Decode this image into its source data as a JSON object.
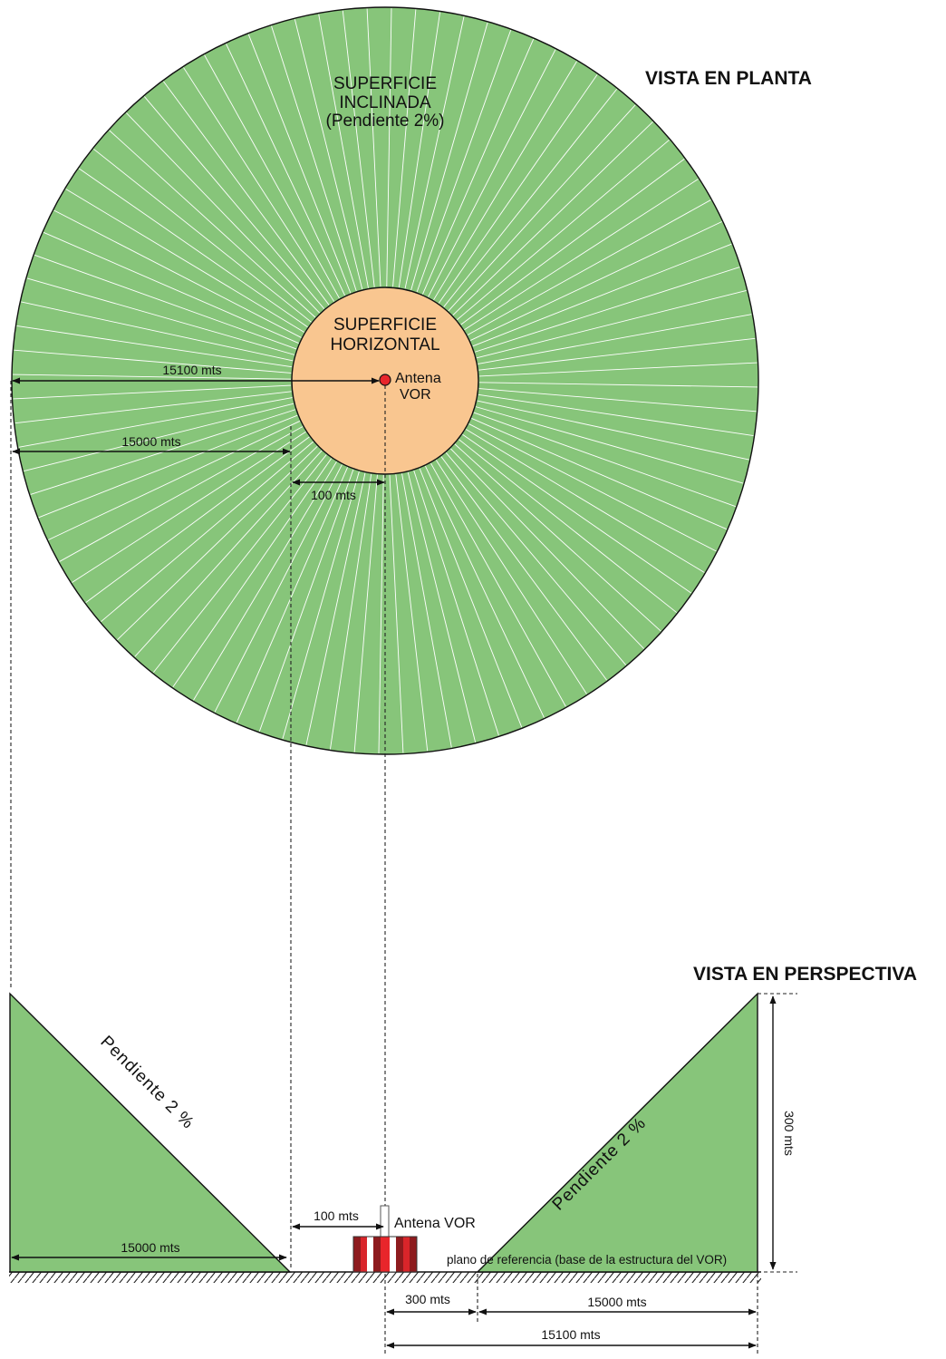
{
  "plan_view": {
    "title": "VISTA EN PLANTA",
    "outer_surface": {
      "line1": "SUPERFICIE",
      "line2": "INCLINADA",
      "line3": "(Pendiente 2%)"
    },
    "inner_surface": {
      "line1": "SUPERFICIE",
      "line2": "HORIZONTAL"
    },
    "antenna": {
      "line1": "Antena",
      "line2": "VOR"
    },
    "dimensions": {
      "outer_radius": "15100 mts",
      "ring_width": "15000 mts",
      "inner_radius": "100 mts"
    }
  },
  "perspective_view": {
    "title": "VISTA EN PERSPECTIVA",
    "left_slope": "Pendiente 2 %",
    "right_slope": "Pendiente 2 %",
    "left_base": "15000 mts",
    "inner_offset": "100 mts",
    "antenna_label": "Antena VOR",
    "reference_plane": "plano de referencia (base de la estructura del VOR)",
    "height": "300 mts",
    "offset_300": "300 mts",
    "right_base": "15000 mts",
    "total_radius": "15100 mts"
  },
  "colors": {
    "green": "#87c57a",
    "orange": "#f9c690",
    "antenna_red": "#e8262b",
    "stripe_dark": "#8e1b1e",
    "stripe_red": "#d9252a"
  }
}
